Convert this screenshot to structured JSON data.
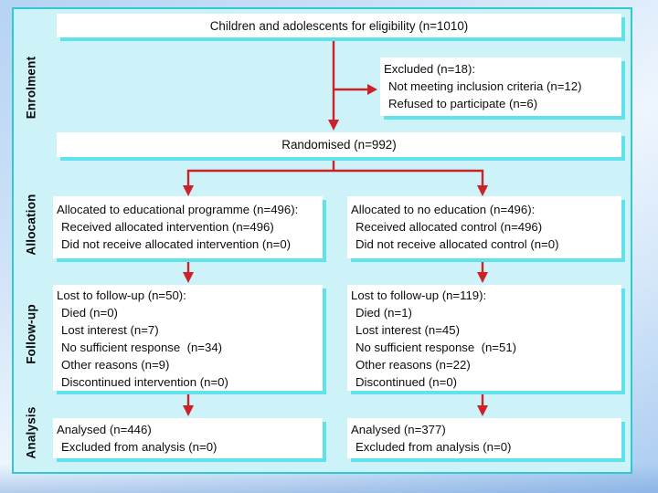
{
  "colors": {
    "slide_background_blue": "#b5d3f3",
    "panel_background": "#cdf3f9",
    "panel_border_teal": "#2fc9cf",
    "box_background": "#ffffff",
    "box_shadow_turquoise": "#5fe2ec",
    "arrow_red": "#cb2127",
    "text": "#0d0d0d"
  },
  "stages": [
    {
      "label": "Enrolment"
    },
    {
      "label": "Allocation"
    },
    {
      "label": "Follow-up"
    },
    {
      "label": "Analysis"
    }
  ],
  "flow": {
    "eligibility": {
      "text": "Children and adolescents for eligibility (n=1010)"
    },
    "excluded": {
      "lines": [
        "Excluded (n=18):",
        "Not meeting inclusion criteria (n=12)",
        "Refused to participate (n=6)"
      ]
    },
    "randomised": {
      "text": "Randomised (n=992)"
    },
    "allocation_intervention": {
      "lines": [
        "Allocated to educational programme (n=496):",
        "Received allocated intervention (n=496)",
        "Did not receive allocated intervention (n=0)"
      ]
    },
    "allocation_control": {
      "lines": [
        "Allocated to no education (n=496):",
        "Received allocated control (n=496)",
        "Did not receive allocated control (n=0)"
      ]
    },
    "followup_intervention": {
      "lines": [
        "Lost to follow-up (n=50):",
        "Died (n=0)",
        "Lost interest (n=7)",
        "No sufficient response  (n=34)",
        "Other reasons (n=9)",
        "Discontinued intervention (n=0)"
      ]
    },
    "followup_control": {
      "lines": [
        "Lost to follow-up (n=119):",
        "Died (n=1)",
        "Lost interest (n=45)",
        "No sufficient response  (n=51)",
        "Other reasons (n=22)",
        "Discontinued (n=0)"
      ]
    },
    "analysis_intervention": {
      "lines": [
        "Analysed (n=446)",
        "Excluded from analysis (n=0)"
      ]
    },
    "analysis_control": {
      "lines": [
        "Analysed (n=377)",
        "Excluded from analysis (n=0)"
      ]
    }
  }
}
